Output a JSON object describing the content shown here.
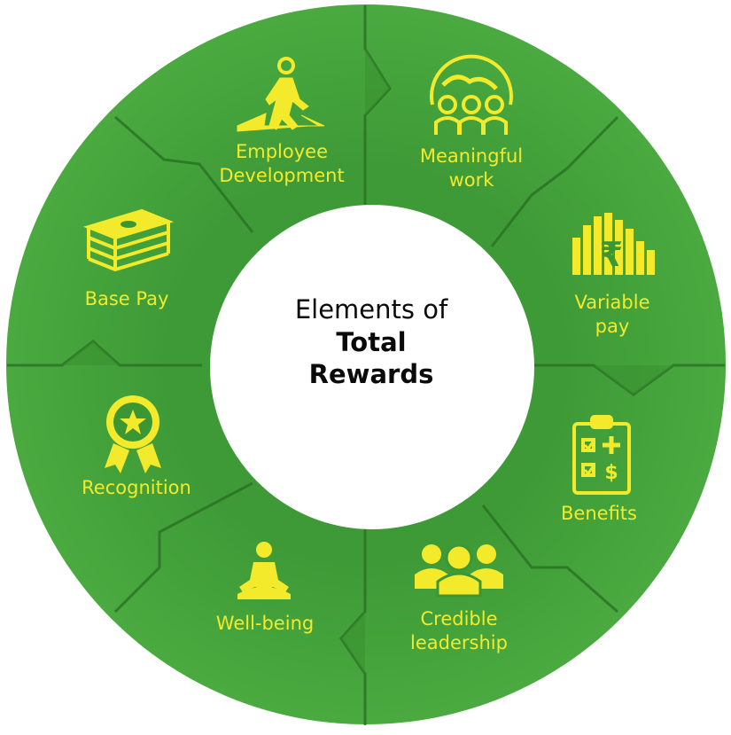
{
  "title": {
    "line1": "Elements of",
    "line2": "Total",
    "line3": "Rewards"
  },
  "segments": [
    {
      "name": "employee-development",
      "label_lines": [
        "Employee",
        "Development"
      ],
      "icon": "walking-person-icon"
    },
    {
      "name": "meaningful-work",
      "label_lines": [
        "Meaningful",
        "work"
      ],
      "icon": "globe-people-icon"
    },
    {
      "name": "variable-pay",
      "label_lines": [
        "Variable",
        "pay"
      ],
      "icon": "rupee-bar-chart-icon"
    },
    {
      "name": "benefits",
      "label_lines": [
        "Benefits"
      ],
      "icon": "clipboard-checklist-icon"
    },
    {
      "name": "credible-leadership",
      "label_lines": [
        "Credible",
        "leadership"
      ],
      "icon": "people-group-icon"
    },
    {
      "name": "well-being",
      "label_lines": [
        "Well-being"
      ],
      "icon": "meditating-person-icon"
    },
    {
      "name": "recognition",
      "label_lines": [
        "Recognition"
      ],
      "icon": "award-ribbon-icon"
    },
    {
      "name": "base-pay",
      "label_lines": [
        "Base Pay"
      ],
      "icon": "money-stack-icon"
    }
  ],
  "colors": {
    "ring_green": "#43a33b",
    "ring_dark": "#2f7f2a",
    "label_yellow": "#f4ea2c",
    "center_fill": "#ffffff",
    "text_dark": "#0a0a0a"
  }
}
